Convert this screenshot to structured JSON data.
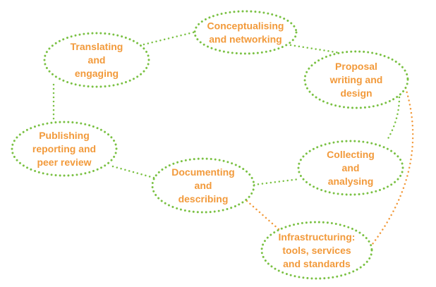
{
  "colors": {
    "green_dots": "#7ac143",
    "orange_dots": "#f29a3b",
    "label_text": "#f29a3b",
    "background": "#ffffff"
  },
  "nodes": [
    {
      "id": "conceptualising",
      "lines": [
        "Conceptualising",
        "and networking"
      ]
    },
    {
      "id": "translating",
      "lines": [
        "Translating",
        "and",
        "engaging"
      ]
    },
    {
      "id": "proposal",
      "lines": [
        "Proposal",
        "writing and",
        "design"
      ]
    },
    {
      "id": "publishing",
      "lines": [
        "Publishing",
        "reporting and",
        "peer review"
      ]
    },
    {
      "id": "collecting",
      "lines": [
        "Collecting",
        "and",
        "analysing"
      ]
    },
    {
      "id": "documenting",
      "lines": [
        "Documenting",
        "and",
        "describing"
      ]
    },
    {
      "id": "infrastructuring",
      "lines": [
        "Infrastructuring:",
        "tools, services",
        "and standards"
      ]
    }
  ],
  "edges": [
    {
      "from": "translating",
      "to": "conceptualising",
      "style": "green"
    },
    {
      "from": "conceptualising",
      "to": "proposal",
      "style": "green"
    },
    {
      "from": "proposal",
      "to": "collecting",
      "style": "green"
    },
    {
      "from": "proposal",
      "to": "infrastructuring",
      "style": "orange"
    },
    {
      "from": "translating",
      "to": "publishing",
      "style": "green"
    },
    {
      "from": "publishing",
      "to": "documenting",
      "style": "green"
    },
    {
      "from": "documenting",
      "to": "collecting",
      "style": "green"
    },
    {
      "from": "documenting",
      "to": "infrastructuring",
      "style": "orange"
    }
  ]
}
